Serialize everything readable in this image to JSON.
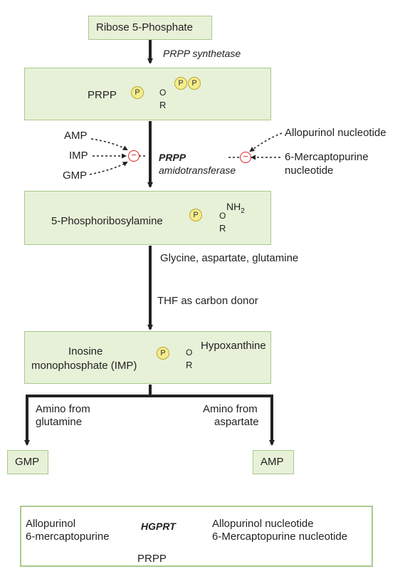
{
  "nodes": {
    "ribose": "Ribose 5-Phosphate",
    "prpp": "PRPP",
    "phosphoribosylamine": "5-Phosphoribosylamine",
    "imp_line1": "Inosine",
    "imp_line2": "monophosphate (IMP)",
    "gmp": "GMP",
    "amp": "AMP"
  },
  "enzymes": {
    "prpp_synthetase": "PRPP synthetase",
    "amido_line1": "PRPP",
    "amido_line2": "amidotransferase",
    "hgprt": "HGPRT"
  },
  "inhibitors_left": {
    "amp": "AMP",
    "imp": "IMP",
    "gmp": "GMP"
  },
  "inhibitors_right": {
    "allopurinol": "Allopurinol nucleotide",
    "mercap_line1": "6-Mercaptopurine",
    "mercap_line2": "nucleotide"
  },
  "symbols": {
    "phosphate": "P",
    "ribose": "R",
    "ring_o": "O",
    "nh2": "NH",
    "nh2_sub": "2",
    "hypoxanthine": "Hypoxanthine",
    "minus": "−"
  },
  "steps": {
    "step1": "Glycine, aspartate, glutamine",
    "step2": "THF as carbon donor"
  },
  "branches": {
    "left_line1": "Amino from",
    "left_line2": "glutamine",
    "right_line1": "Amino from",
    "right_line2": "aspartate"
  },
  "salvage": {
    "in_line1": "Allopurinol",
    "in_line2": "6-mercaptopurine",
    "out_line1": "Allopurinol nucleotide",
    "out_line2": "6-Mercaptopurine nucleotide",
    "cosubstrate": "PRPP"
  }
}
